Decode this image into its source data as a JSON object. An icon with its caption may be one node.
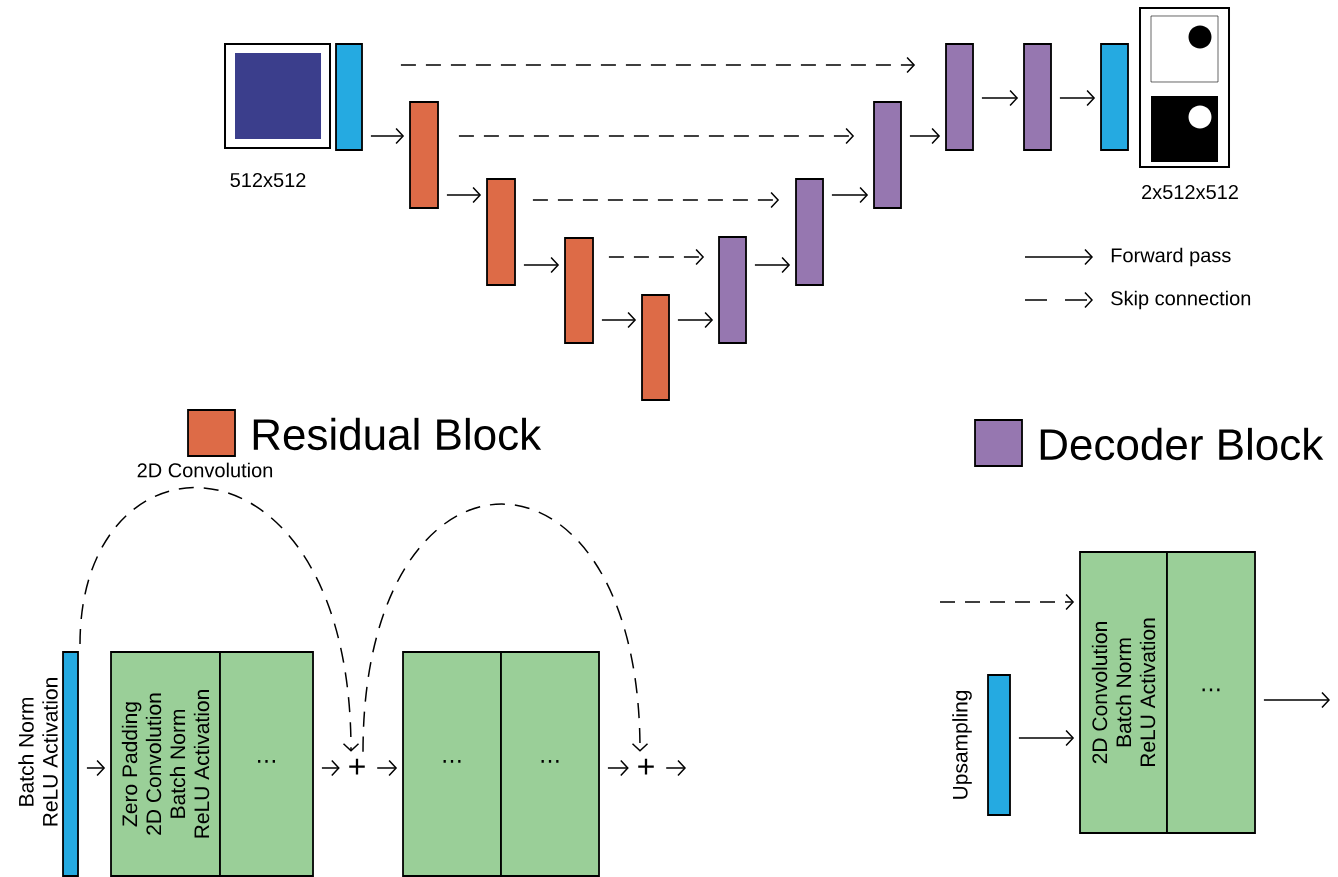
{
  "diagram": {
    "nodes": [
      {
        "text": [],
        "shape": "picture",
        "beside": [
          "512x512"
        ]
      },
      {
        "text": [],
        "shape": "bar"
      },
      {
        "text": [],
        "shape": "bar"
      },
      {
        "text": [],
        "shape": "bar"
      },
      {
        "text": [],
        "shape": "bar"
      },
      {
        "text": [],
        "shape": "bar"
      },
      {
        "text": [],
        "shape": "bar"
      },
      {
        "text": [],
        "shape": "bar"
      },
      {
        "text": [],
        "shape": "bar"
      },
      {
        "text": [],
        "shape": "bar"
      },
      {
        "text": [],
        "shape": "bar"
      },
      {
        "text": [],
        "shape": "bar"
      },
      {
        "text": [],
        "shape": "picture",
        "beside": [
          "2x512x512"
        ]
      },
      {
        "text": [],
        "shape": "bar",
        "beside": [
          "Batch Norm ReLU Activation"
        ]
      },
      {
        "text": [
          "Zero Padding 2D Convolution Batch Norm ReLU Activation"
        ]
      },
      {
        "text": [
          "⋯"
        ]
      },
      {
        "text": [
          "+"
        ]
      },
      {
        "text": [
          "⋯"
        ]
      },
      {
        "text": [
          "⋯"
        ]
      },
      {
        "text": [
          "+"
        ]
      },
      {
        "text": [],
        "shape": "bar",
        "beside": [
          "Upsampling"
        ]
      },
      {
        "text": [
          "2D Convolution Batch Norm ReLU Activation"
        ]
      },
      {
        "text": [
          "⋯"
        ]
      }
    ],
    "edges": [
      {
        "from": 1,
        "to": 2,
        "arrow": "to"
      },
      {
        "from": 2,
        "to": 3,
        "arrow": "to"
      },
      {
        "from": 3,
        "to": 4,
        "arrow": "to"
      },
      {
        "from": 4,
        "to": 5,
        "arrow": "to"
      },
      {
        "from": 5,
        "to": 6,
        "arrow": "to"
      },
      {
        "from": 6,
        "to": 7,
        "arrow": "to"
      },
      {
        "from": 7,
        "to": 8,
        "arrow": "to"
      },
      {
        "from": 8,
        "to": 9,
        "arrow": "to"
      },
      {
        "from": 9,
        "to": 10,
        "arrow": "to"
      },
      {
        "from": 10,
        "to": 11,
        "arrow": "to"
      },
      {
        "from": 1,
        "to": 9,
        "arrow": "to",
        "style": "dashed"
      },
      {
        "from": 2,
        "to": 8,
        "arrow": "to",
        "style": "dashed"
      },
      {
        "from": 3,
        "to": 7,
        "arrow": "to",
        "style": "dashed"
      },
      {
        "from": 4,
        "to": 6,
        "arrow": "to",
        "style": "dashed"
      },
      {
        "from": 13,
        "to": 14,
        "arrow": "to"
      },
      {
        "from": 15,
        "to": 16,
        "arrow": "to"
      },
      {
        "from": 16,
        "to": 17,
        "arrow": "to"
      },
      {
        "from": 18,
        "to": 19,
        "arrow": "to"
      },
      {
        "from": 19,
        "to": null,
        "arrow": "to"
      },
      {
        "from": 13,
        "to": 16,
        "arrow": "to",
        "style": "dashed",
        "label": "2D Convolution"
      },
      {
        "from": 16,
        "to": 19,
        "arrow": "to",
        "style": "dashed"
      },
      {
        "from": 20,
        "to": 21,
        "arrow": "to"
      },
      {
        "from": null,
        "to": 21,
        "arrow": "to",
        "style": "dashed"
      },
      {
        "from": 22,
        "to": null,
        "arrow": "to"
      }
    ],
    "legend": [
      {
        "text": "Forward pass"
      },
      {
        "text": "Skip connection"
      },
      {
        "text": "Residual Block",
        "color": "#dd6b47"
      },
      {
        "text": "Decoder Block",
        "color": "#9677b0"
      }
    ]
  }
}
